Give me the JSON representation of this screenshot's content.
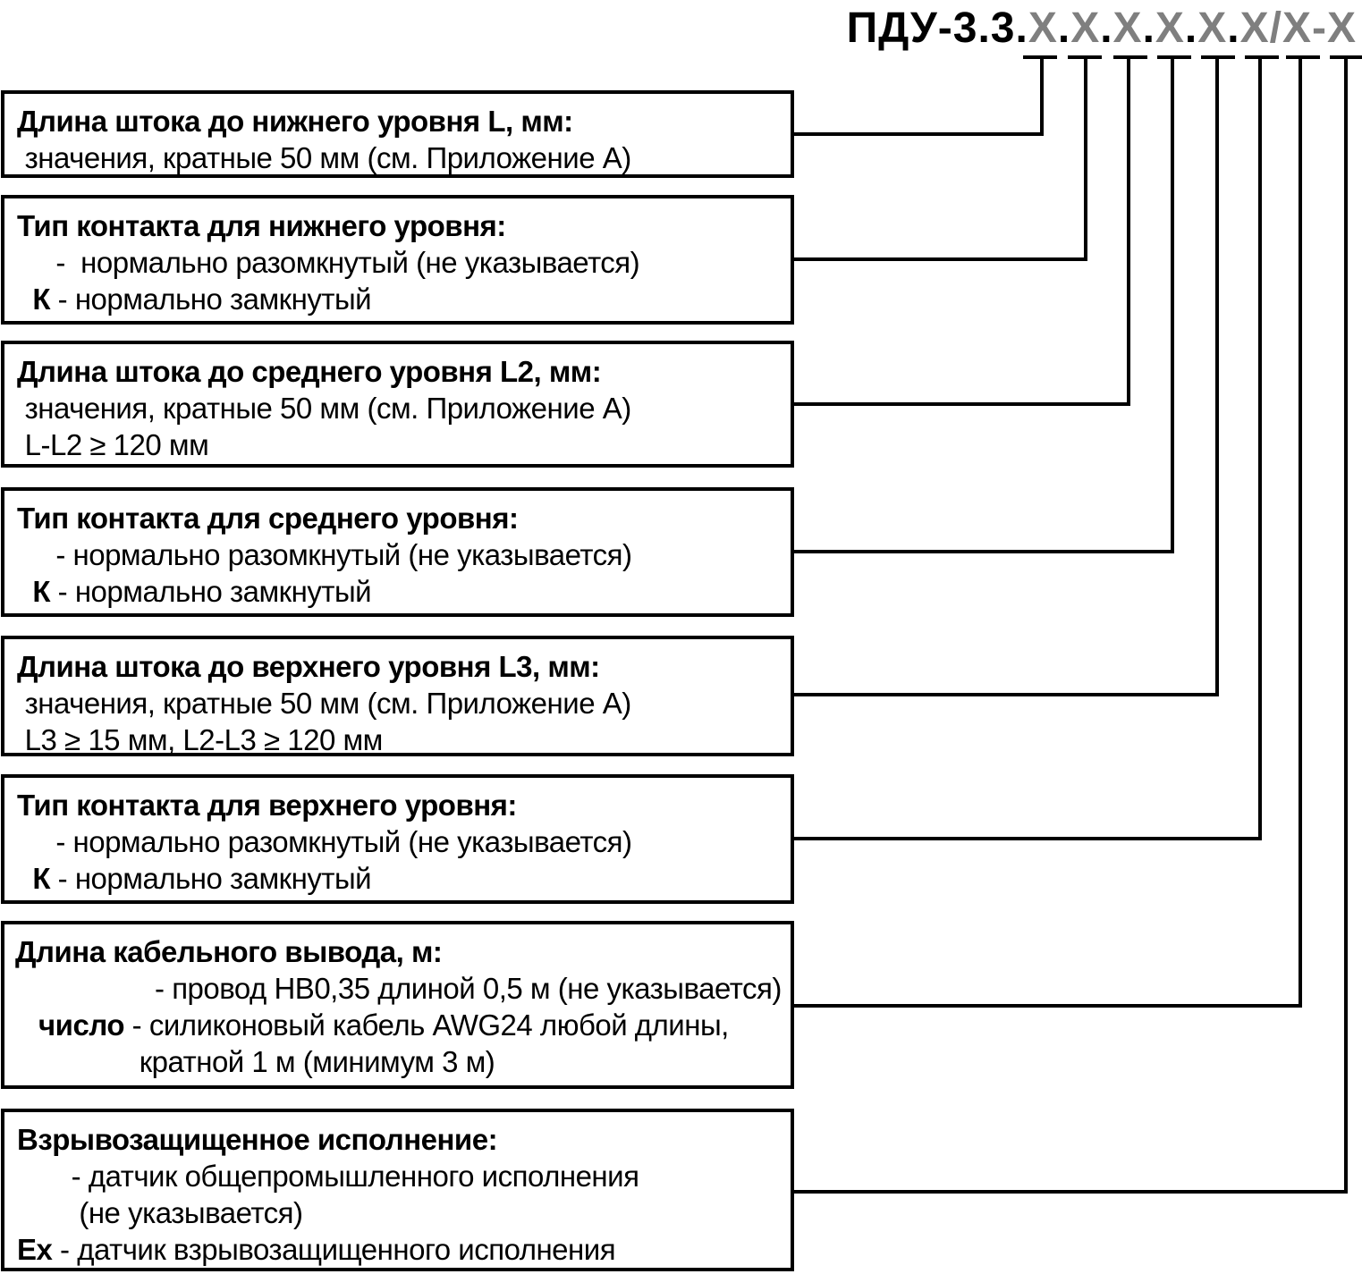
{
  "code": {
    "prefix": "ПДУ-3.3.",
    "parts": [
      "X",
      ".",
      "X",
      ".",
      "X",
      ".",
      "X",
      ".",
      "X",
      ".",
      "X",
      "/",
      "X",
      "-",
      "X"
    ]
  },
  "boxes": [
    {
      "title": "Длина штока до нижнего уровня L, мм:",
      "lines": [
        {
          "pre": " значения, кратные 50 мм (см. Приложение А)",
          "bold": "",
          "text": ""
        }
      ]
    },
    {
      "title": "Тип контакта для нижнего уровня:",
      "lines": [
        {
          "pre": "     -  нормально разомкнутый (не указывается)",
          "bold": "",
          "text": ""
        },
        {
          "pre": "  ",
          "bold": "К",
          "text": " - нормально замкнутый"
        }
      ]
    },
    {
      "title": "Длина штока до среднего уровня L2, мм:",
      "lines": [
        {
          "pre": " значения, кратные 50 мм (см. Приложение А)",
          "bold": "",
          "text": ""
        },
        {
          "pre": " L-L2 ≥ 120 мм",
          "bold": "",
          "text": ""
        }
      ]
    },
    {
      "title": "Тип контакта для среднего уровня:",
      "lines": [
        {
          "pre": "     - нормально разомкнутый (не указывается)",
          "bold": "",
          "text": ""
        },
        {
          "pre": "  ",
          "bold": "К",
          "text": " - нормально замкнутый"
        }
      ]
    },
    {
      "title": "Длина штока до верхнего уровня L3, мм:",
      "lines": [
        {
          "pre": " значения, кратные 50 мм (см. Приложение А)",
          "bold": "",
          "text": ""
        },
        {
          "pre": " L3 ≥ 15 мм, L2-L3 ≥ 120 мм",
          "bold": "",
          "text": ""
        }
      ]
    },
    {
      "title": "Тип контакта для верхнего уровня:",
      "lines": [
        {
          "pre": "     - нормально разомкнутый (не указывается)",
          "bold": "",
          "text": ""
        },
        {
          "pre": "  ",
          "bold": "К",
          "text": " - нормально замкнутый"
        }
      ]
    },
    {
      "title": "Длина кабельного вывода, м:",
      "lines": [
        {
          "pre": "                  - провод НВ0,35 длиной 0,5 м (не указывается)",
          "bold": "",
          "text": ""
        },
        {
          "pre": "   ",
          "bold": "число",
          "text": " - силиконовый кабель AWG24 любой длины,"
        },
        {
          "pre": "                кратной 1 м (минимум 3 м)",
          "bold": "",
          "text": ""
        }
      ]
    },
    {
      "title": "Взрывозащищенное исполнение:",
      "lines": [
        {
          "pre": "       - датчик общепромышленного исполнения",
          "bold": "",
          "text": ""
        },
        {
          "pre": "        (не указывается)",
          "bold": "",
          "text": ""
        },
        {
          "pre": "",
          "bold": "Ех",
          "text": " - датчик взрывозащищенного исполнения"
        }
      ]
    }
  ]
}
